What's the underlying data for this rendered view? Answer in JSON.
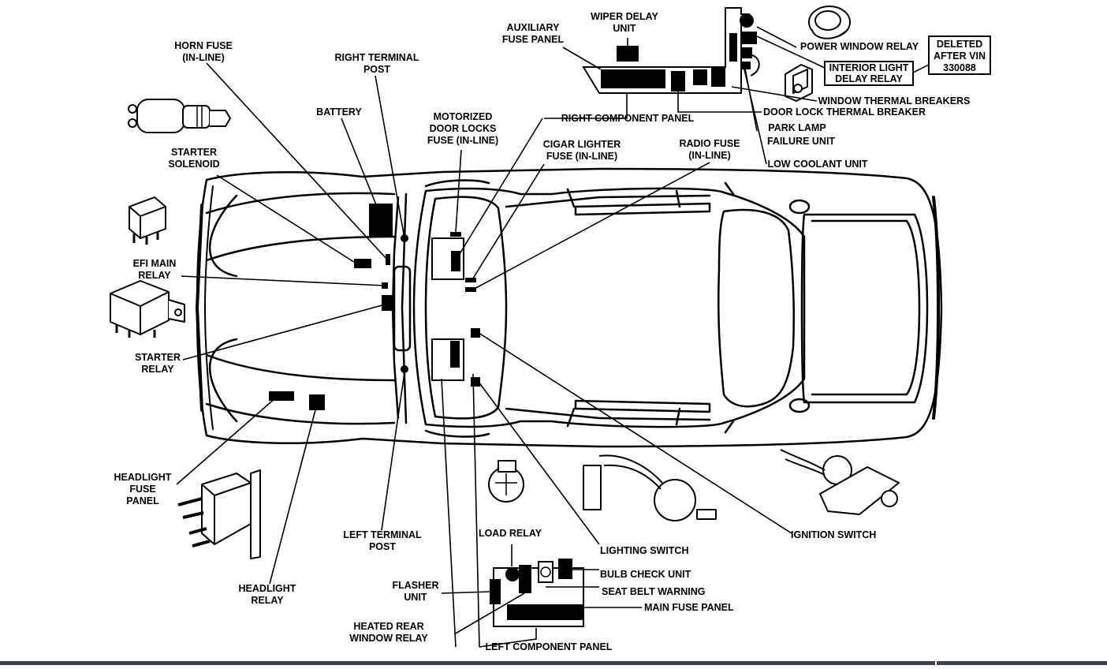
{
  "diagram": {
    "labels": {
      "horn_fuse": [
        "HORN FUSE",
        "(IN-LINE)"
      ],
      "right_terminal_post": [
        "RIGHT TERMINAL",
        "POST"
      ],
      "battery": [
        "BATTERY"
      ],
      "motorized_door_locks_fuse": [
        "MOTORIZED",
        "DOOR LOCKS",
        "FUSE (IN-LINE)"
      ],
      "auxiliary_fuse_panel": [
        "AUXILIARY",
        "FUSE PANEL"
      ],
      "wiper_delay_unit": [
        "WIPER DELAY",
        "UNIT"
      ],
      "power_window_relay": [
        "POWER WINDOW RELAY"
      ],
      "deleted_after_vin": [
        "DELETED",
        "AFTER VIN",
        "330088"
      ],
      "interior_light_delay_relay": [
        "INTERIOR LIGHT",
        "DELAY RELAY"
      ],
      "window_thermal_breakers": [
        "WINDOW THERMAL BREAKERS"
      ],
      "door_lock_thermal_breaker": [
        "DOOR LOCK THERMAL BREAKER"
      ],
      "right_component_panel": [
        "RIGHT COMPONENT PANEL"
      ],
      "park_lamp_failure_unit": [
        "PARK LAMP",
        "FAILURE UNIT"
      ],
      "low_coolant_unit": [
        "LOW COOLANT UNIT"
      ],
      "cigar_lighter_fuse": [
        "CIGAR LIGHTER",
        "FUSE (IN-LINE)"
      ],
      "radio_fuse": [
        "RADIO FUSE",
        "(IN-LINE)"
      ],
      "starter_solenoid": [
        "STARTER",
        "SOLENOID"
      ],
      "efi_main_relay": [
        "EFI MAIN",
        "RELAY"
      ],
      "starter_relay": [
        "STARTER",
        "RELAY"
      ],
      "headlight_fuse_panel": [
        "HEADLIGHT",
        "FUSE",
        "PANEL"
      ],
      "headlight_relay": [
        "HEADLIGHT",
        "RELAY"
      ],
      "left_terminal_post": [
        "LEFT TERMINAL",
        "POST"
      ],
      "load_relay": [
        "LOAD RELAY"
      ],
      "flasher_unit": [
        "FLASHER",
        "UNIT"
      ],
      "heated_rear_window_relay": [
        "HEATED REAR",
        "WINDOW RELAY"
      ],
      "bulb_check_unit": [
        "BULB CHECK UNIT"
      ],
      "seat_belt_warning": [
        "SEAT BELT WARNING"
      ],
      "main_fuse_panel": [
        "MAIN FUSE PANEL"
      ],
      "left_component_panel": [
        "LEFT COMPONENT PANEL"
      ],
      "lighting_switch": [
        "LIGHTING SWITCH"
      ],
      "ignition_switch": [
        "IGNITION SWITCH"
      ]
    },
    "colors": {
      "ink": "#000000",
      "paper": "#ffffff",
      "footer_bar": "#3d4250"
    }
  }
}
